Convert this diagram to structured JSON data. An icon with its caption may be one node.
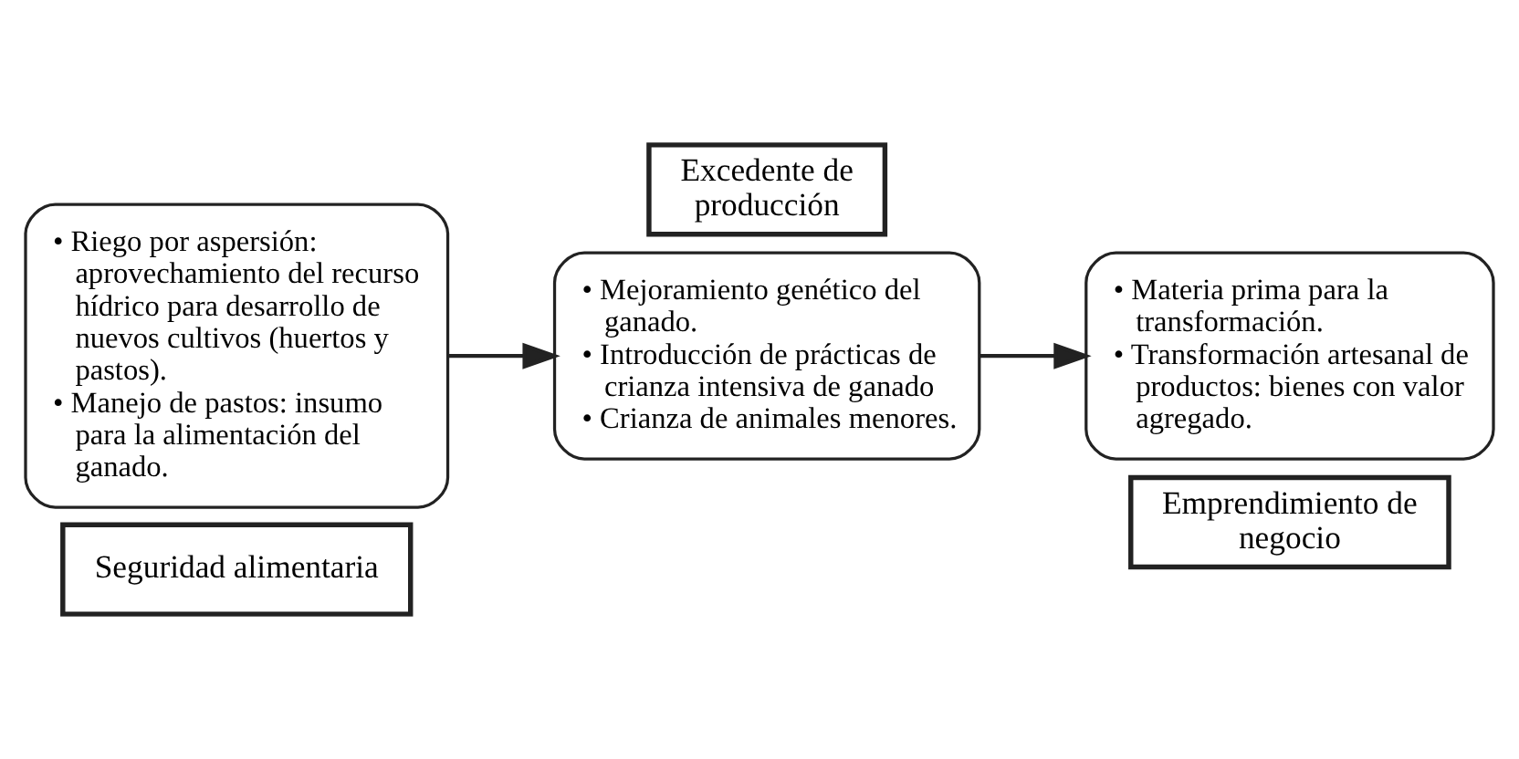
{
  "diagram": {
    "nodes": [
      {
        "text": [
          "• Riego por aspersión: aprovechamiento del recurso hídrico para desarrollo de nuevos cultivos (huertos y pastos).",
          "• Manejo de pastos: insumo para la alimentación del ganado."
        ]
      },
      {
        "text": [
          "Seguridad alimentaria"
        ]
      },
      {
        "text": [
          "Excedente de producción"
        ]
      },
      {
        "text": [
          "• Mejoramiento genético del ganado.",
          "• Introducción de prácticas de crianza intensiva de ganado",
          "• Crianza de animales menores."
        ]
      },
      {
        "text": [
          "• Materia prima para la transformación.",
          "• Transformación artesanal de productos: bienes con valor agregado."
        ]
      },
      {
        "text": [
          "Emprendimiento de negocio"
        ]
      }
    ],
    "edges": [
      {
        "from": 0,
        "to": 3,
        "arrow": "to"
      },
      {
        "from": 3,
        "to": 4,
        "arrow": "to"
      }
    ]
  }
}
